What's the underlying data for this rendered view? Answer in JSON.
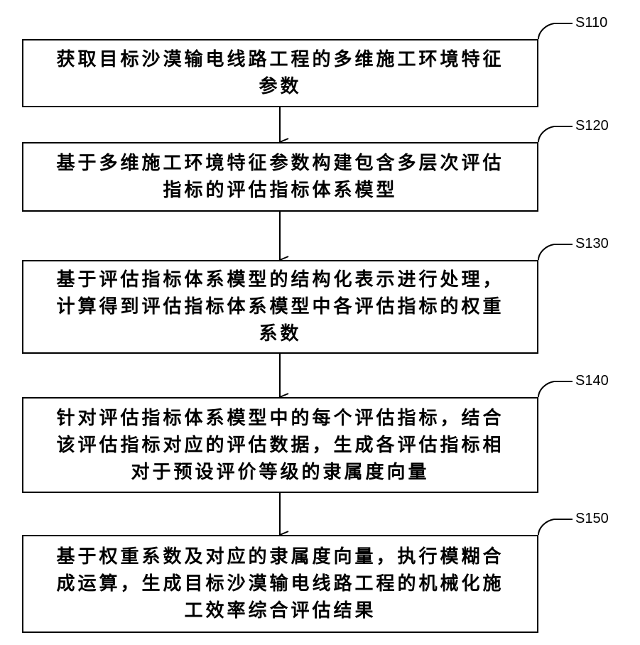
{
  "steps": [
    {
      "id": "S110",
      "text": "获取目标沙漠输电线路工程的多维施工环境特征参数"
    },
    {
      "id": "S120",
      "text": "基于多维施工环境特征参数构建包含多层次评估指标的评估指标体系模型"
    },
    {
      "id": "S130",
      "text": "基于评估指标体系模型的结构化表示进行处理，计算得到评估指标体系模型中各评估指标的权重系数"
    },
    {
      "id": "S140",
      "text": "针对评估指标体系模型中的每个评估指标，结合该评估指标对应的评估数据，生成各评估指标相对于预设评价等级的隶属度向量"
    },
    {
      "id": "S150",
      "text": "基于权重系数及对应的隶属度向量，执行模糊合成运算，生成目标沙漠输电线路工程的机械化施工效率综合评估结果"
    }
  ]
}
